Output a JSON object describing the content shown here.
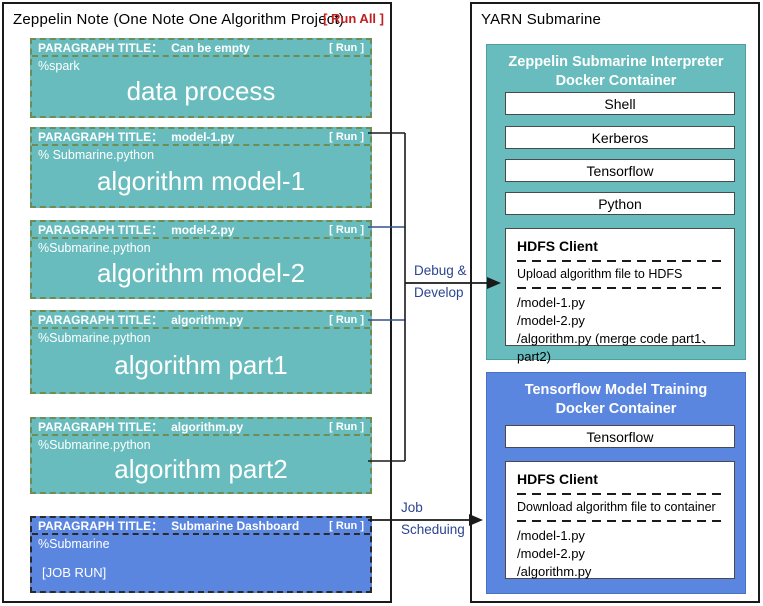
{
  "colors": {
    "teal": "#68bcbd",
    "blue": "#5b86e0",
    "run_red": "#bf2121",
    "connector_navy": "#33518e",
    "dash_green": "#6f8c52"
  },
  "left_panel": {
    "title": "Zeppelin Note  (One Note One Algorithm Project)",
    "run_all_label": "[ Run All ]",
    "paragraph_title_prefix": "PARAGRAPH TITLE：",
    "run_label": "[ Run ]",
    "paragraphs": [
      {
        "title": "Can be empty",
        "interpreter": "%spark",
        "label": "data process"
      },
      {
        "title": "model-1.py",
        "interpreter": "% Submarine.python",
        "label": "algorithm model-1"
      },
      {
        "title": "model-2.py",
        "interpreter": "%Submarine.python",
        "label": "algorithm model-2"
      },
      {
        "title": "algorithm.py",
        "interpreter": "%Submarine.python",
        "label": "algorithm part1"
      },
      {
        "title": "algorithm.py",
        "interpreter": "%Submarine.python",
        "label": "algorithm part2"
      },
      {
        "title": "Submarine Dashboard",
        "interpreter": "%Submarine",
        "label": "[JOB RUN]"
      }
    ]
  },
  "connectors": {
    "debug_line1": "Debug &",
    "debug_line2": "Develop",
    "job_line1": "Job",
    "job_line2": "Scheduing"
  },
  "right_panel": {
    "title": "YARN Submarine",
    "interpreter_container": {
      "header_line1": "Zeppelin Submarine Interpreter",
      "header_line2": "Docker Container",
      "components": [
        "Shell",
        "Kerberos",
        "Tensorflow",
        "Python"
      ],
      "hdfs": {
        "title": "HDFS Client",
        "description": "Upload algorithm file to HDFS",
        "files": [
          "/model-1.py",
          "/model-2.py",
          "/algorithm.py (merge code part1、part2)"
        ]
      }
    },
    "training_container": {
      "header_line1": "Tensorflow Model Training",
      "header_line2": "Docker Container",
      "components": [
        "Tensorflow"
      ],
      "hdfs": {
        "title": "HDFS Client",
        "description": "Download algorithm file to container",
        "files": [
          "/model-1.py",
          "/model-2.py",
          "/algorithm.py"
        ]
      }
    }
  }
}
